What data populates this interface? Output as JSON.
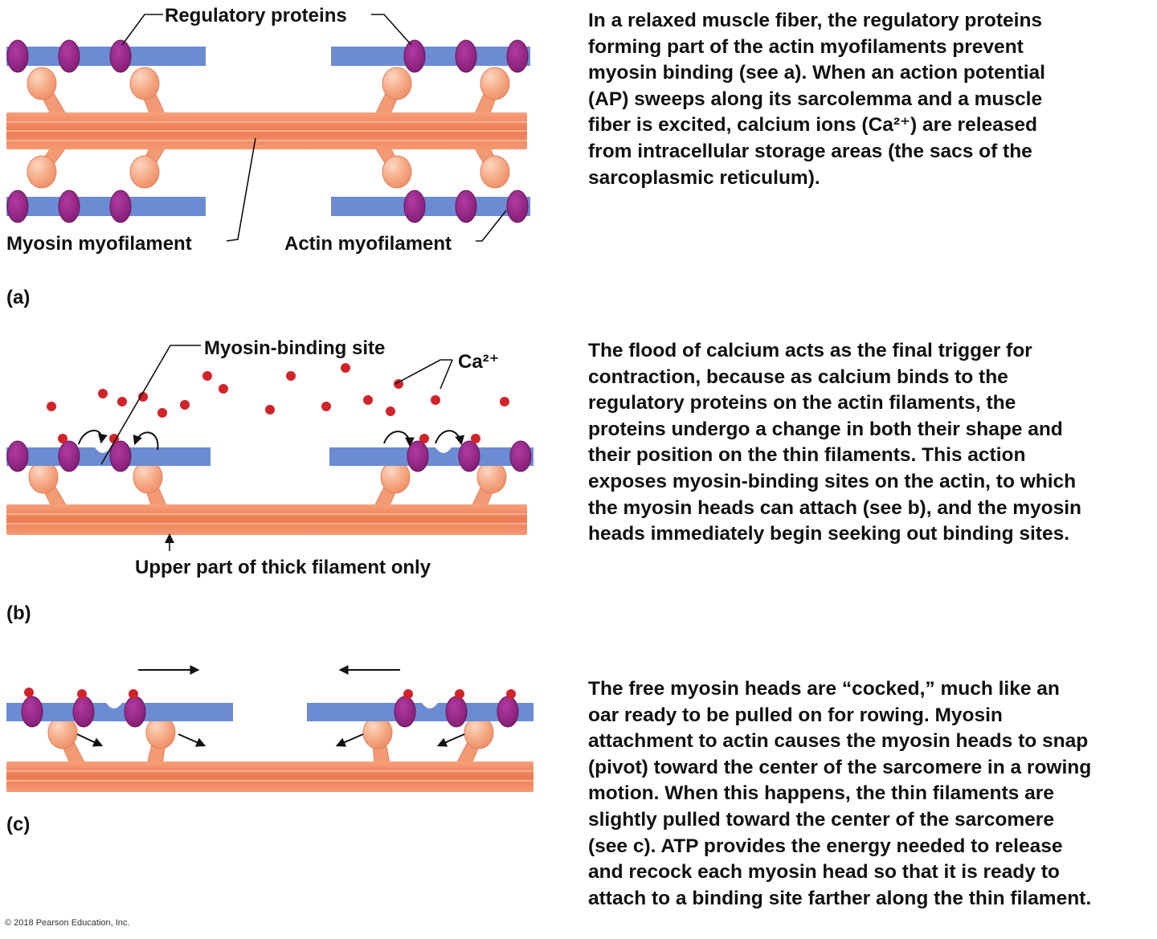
{
  "panel_a": {
    "tag": "(a)",
    "label_regulatory": "Regulatory proteins",
    "label_myosin": "Myosin myofilament",
    "label_actin": "Actin myofilament",
    "text": [
      "In a relaxed muscle fiber, the regulatory proteins",
      "forming part of the actin myofilaments prevent",
      "myosin binding (see a). When an action potential",
      "(AP) sweeps along its sarcolemma and a muscle",
      "fiber is excited, calcium ions (Ca²⁺) are released",
      "from intracellular storage areas (the sacs of the",
      "sarcoplasmic reticulum)."
    ]
  },
  "panel_b": {
    "tag": "(b)",
    "label_binding_site": "Myosin-binding site",
    "label_calcium": "Ca²⁺",
    "label_thick": "Upper part of thick filament only",
    "text": [
      "The flood of calcium acts as the final trigger for",
      "contraction, because as calcium binds to the",
      "regulatory proteins on the actin filaments, the",
      "proteins undergo a change in both their shape and",
      "their position on the thin filaments. This action",
      "exposes myosin-binding sites on the actin, to which",
      "the myosin heads can attach (see b), and the myosin",
      "heads immediately begin seeking out binding sites."
    ]
  },
  "panel_c": {
    "tag": "(c)",
    "text": [
      "The free myosin heads are “cocked,” much like an",
      "oar ready to be pulled on for rowing. Myosin",
      "attachment to actin causes the myosin heads to snap",
      "(pivot) toward the center of the sarcomere in a rowing",
      "motion. When this happens, the thin filaments are",
      "slightly pulled toward the center of the sarcomere",
      "(see c). ATP provides the energy needed to release",
      "and recock each myosin head so that it is ready to",
      "attach to a binding site farther along the thin filament."
    ]
  },
  "copyright": "© 2018 Pearson Education, Inc.",
  "colors": {
    "actin": "#6b8cd3",
    "regulatory": "#8b1f7c",
    "myosin_thick": "#f08a5d",
    "myosin_light": "#f9b896",
    "myosin_head": "#f2a07b",
    "calcium": "#d1232a"
  }
}
